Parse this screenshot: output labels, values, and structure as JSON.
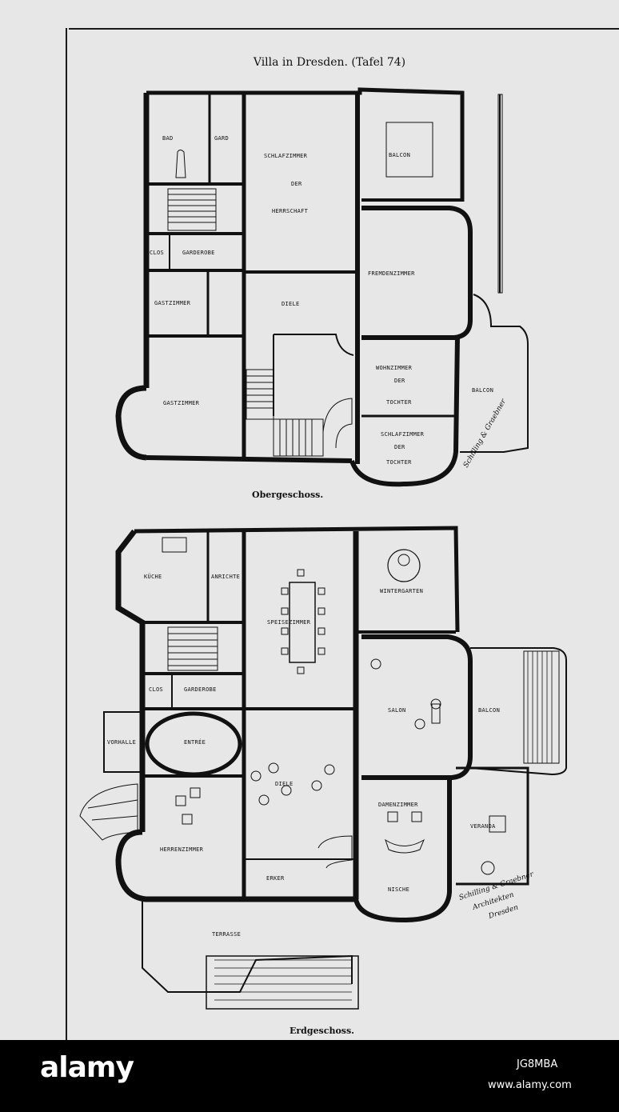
{
  "document": {
    "title": "Villa in Dresden. (Tafel 74)",
    "upper_plan_caption": "Obergeschoss.",
    "ground_plan_caption": "Erdgeschoss."
  },
  "upper_floor": {
    "rooms": {
      "bad": "BAD",
      "gard": "GARD",
      "schlafzimmer_herrschaft": [
        "SCHLAFZIMMER",
        "DER",
        "HERRSCHAFT"
      ],
      "balcon_top": "BALCON",
      "clos": "CLOS",
      "garderobe": "GARDEROBE",
      "fremdenzimmer": "FREMDENZIMMER",
      "gastzimmer": "GASTZIMMER",
      "diele": "DIELE",
      "gastzimmer_2": "GASTZIMMER",
      "wohnzimmer_tochter": [
        "WOHNZIMMER",
        "DER",
        "TOCHTER"
      ],
      "schlafzimmer_tochter": [
        "SCHLAFZIMMER",
        "DER",
        "TOCHTER"
      ],
      "balcon_side": "BALCON"
    },
    "signature": "Schilling & Graebner"
  },
  "ground_floor": {
    "rooms": {
      "kueche": "KÜCHE",
      "anrichte": "ANRICHTE",
      "speisezimmer": "SPEISEZIMMER",
      "wintergarten": "WINTERGARTEN",
      "clos": "CLOS",
      "garderobe": "GARDEROBE",
      "vorhalle": "VORHALLE",
      "entree": "ENTRÉE",
      "salon": "SALON",
      "balcon": "BALCON",
      "diele": "DIELE",
      "herrenzimmer": "HERRENZIMMER",
      "damenzimmer": "DAMENZIMMER",
      "veranda": "VERANDA",
      "erker": "ERKER",
      "nische": "NISCHE",
      "terrasse": "TERRASSE"
    },
    "signature": [
      "Schilling & Graebner",
      "Architekten",
      "Dresden"
    ]
  },
  "watermark": {
    "brand": "alamy",
    "image_code": "JG8MBA",
    "url": "www.alamy.com"
  },
  "colors": {
    "paper": "#e7e7e7",
    "ink": "#111111",
    "footer": "#000000"
  }
}
